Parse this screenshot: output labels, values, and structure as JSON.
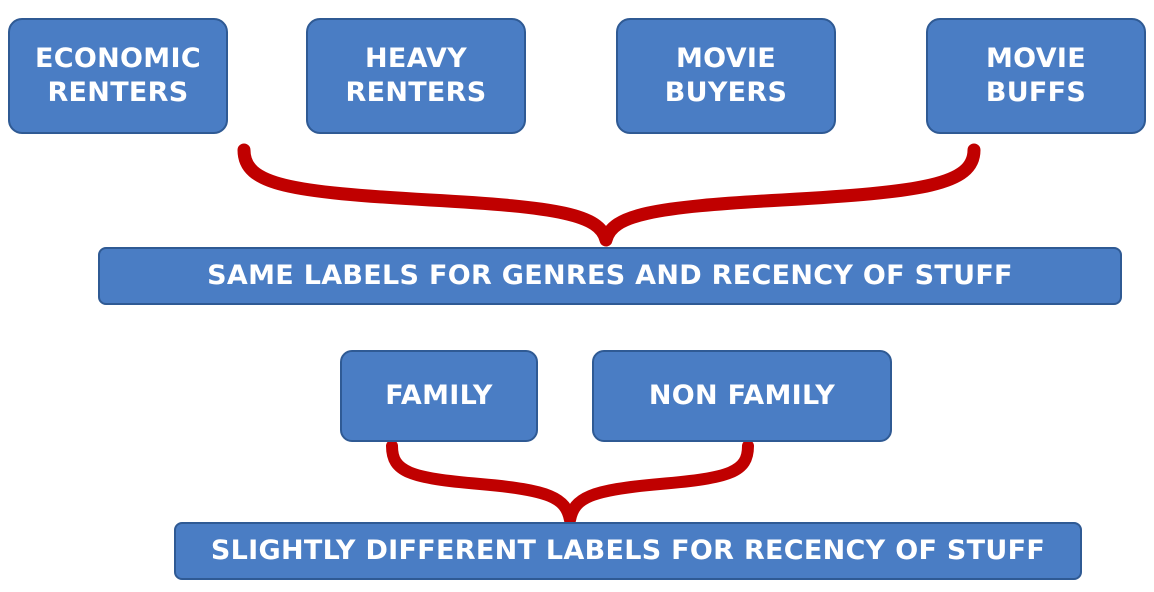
{
  "segments": [
    {
      "line1": "ECONOMIC",
      "line2": "RENTERS"
    },
    {
      "line1": "HEAVY",
      "line2": "RENTERS"
    },
    {
      "line1": "MOVIE",
      "line2": "BUYERS"
    },
    {
      "line1": "MOVIE",
      "line2": "BUFFS"
    }
  ],
  "banner_same": "SAME LABELS FOR GENRES AND RECENCY OF STUFF",
  "family_groups": [
    {
      "label": "FAMILY"
    },
    {
      "label": "NON FAMILY"
    }
  ],
  "banner_slightly": "SLIGHTLY DIFFERENT LABELS FOR RECENCY OF STUFF",
  "colors": {
    "box_fill": "#4a7dc4",
    "box_border": "#2f5a94",
    "brace": "#c00000",
    "text": "#ffffff"
  }
}
